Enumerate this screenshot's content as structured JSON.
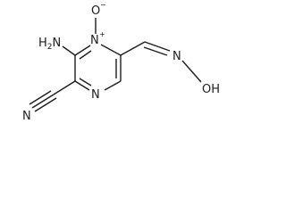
{
  "molecule": {
    "atoms": {
      "n_oxide": "N",
      "n_oxide_charge": "+",
      "n_ring": "N",
      "oxide_o": "O",
      "oxide_o_charge": "−",
      "amino": "H2N",
      "amino_h": "H",
      "amino_sub": "2",
      "amino_n": "N",
      "nitrile_n": "N",
      "oxime_n": "N",
      "hydroxyl": "OH"
    }
  }
}
